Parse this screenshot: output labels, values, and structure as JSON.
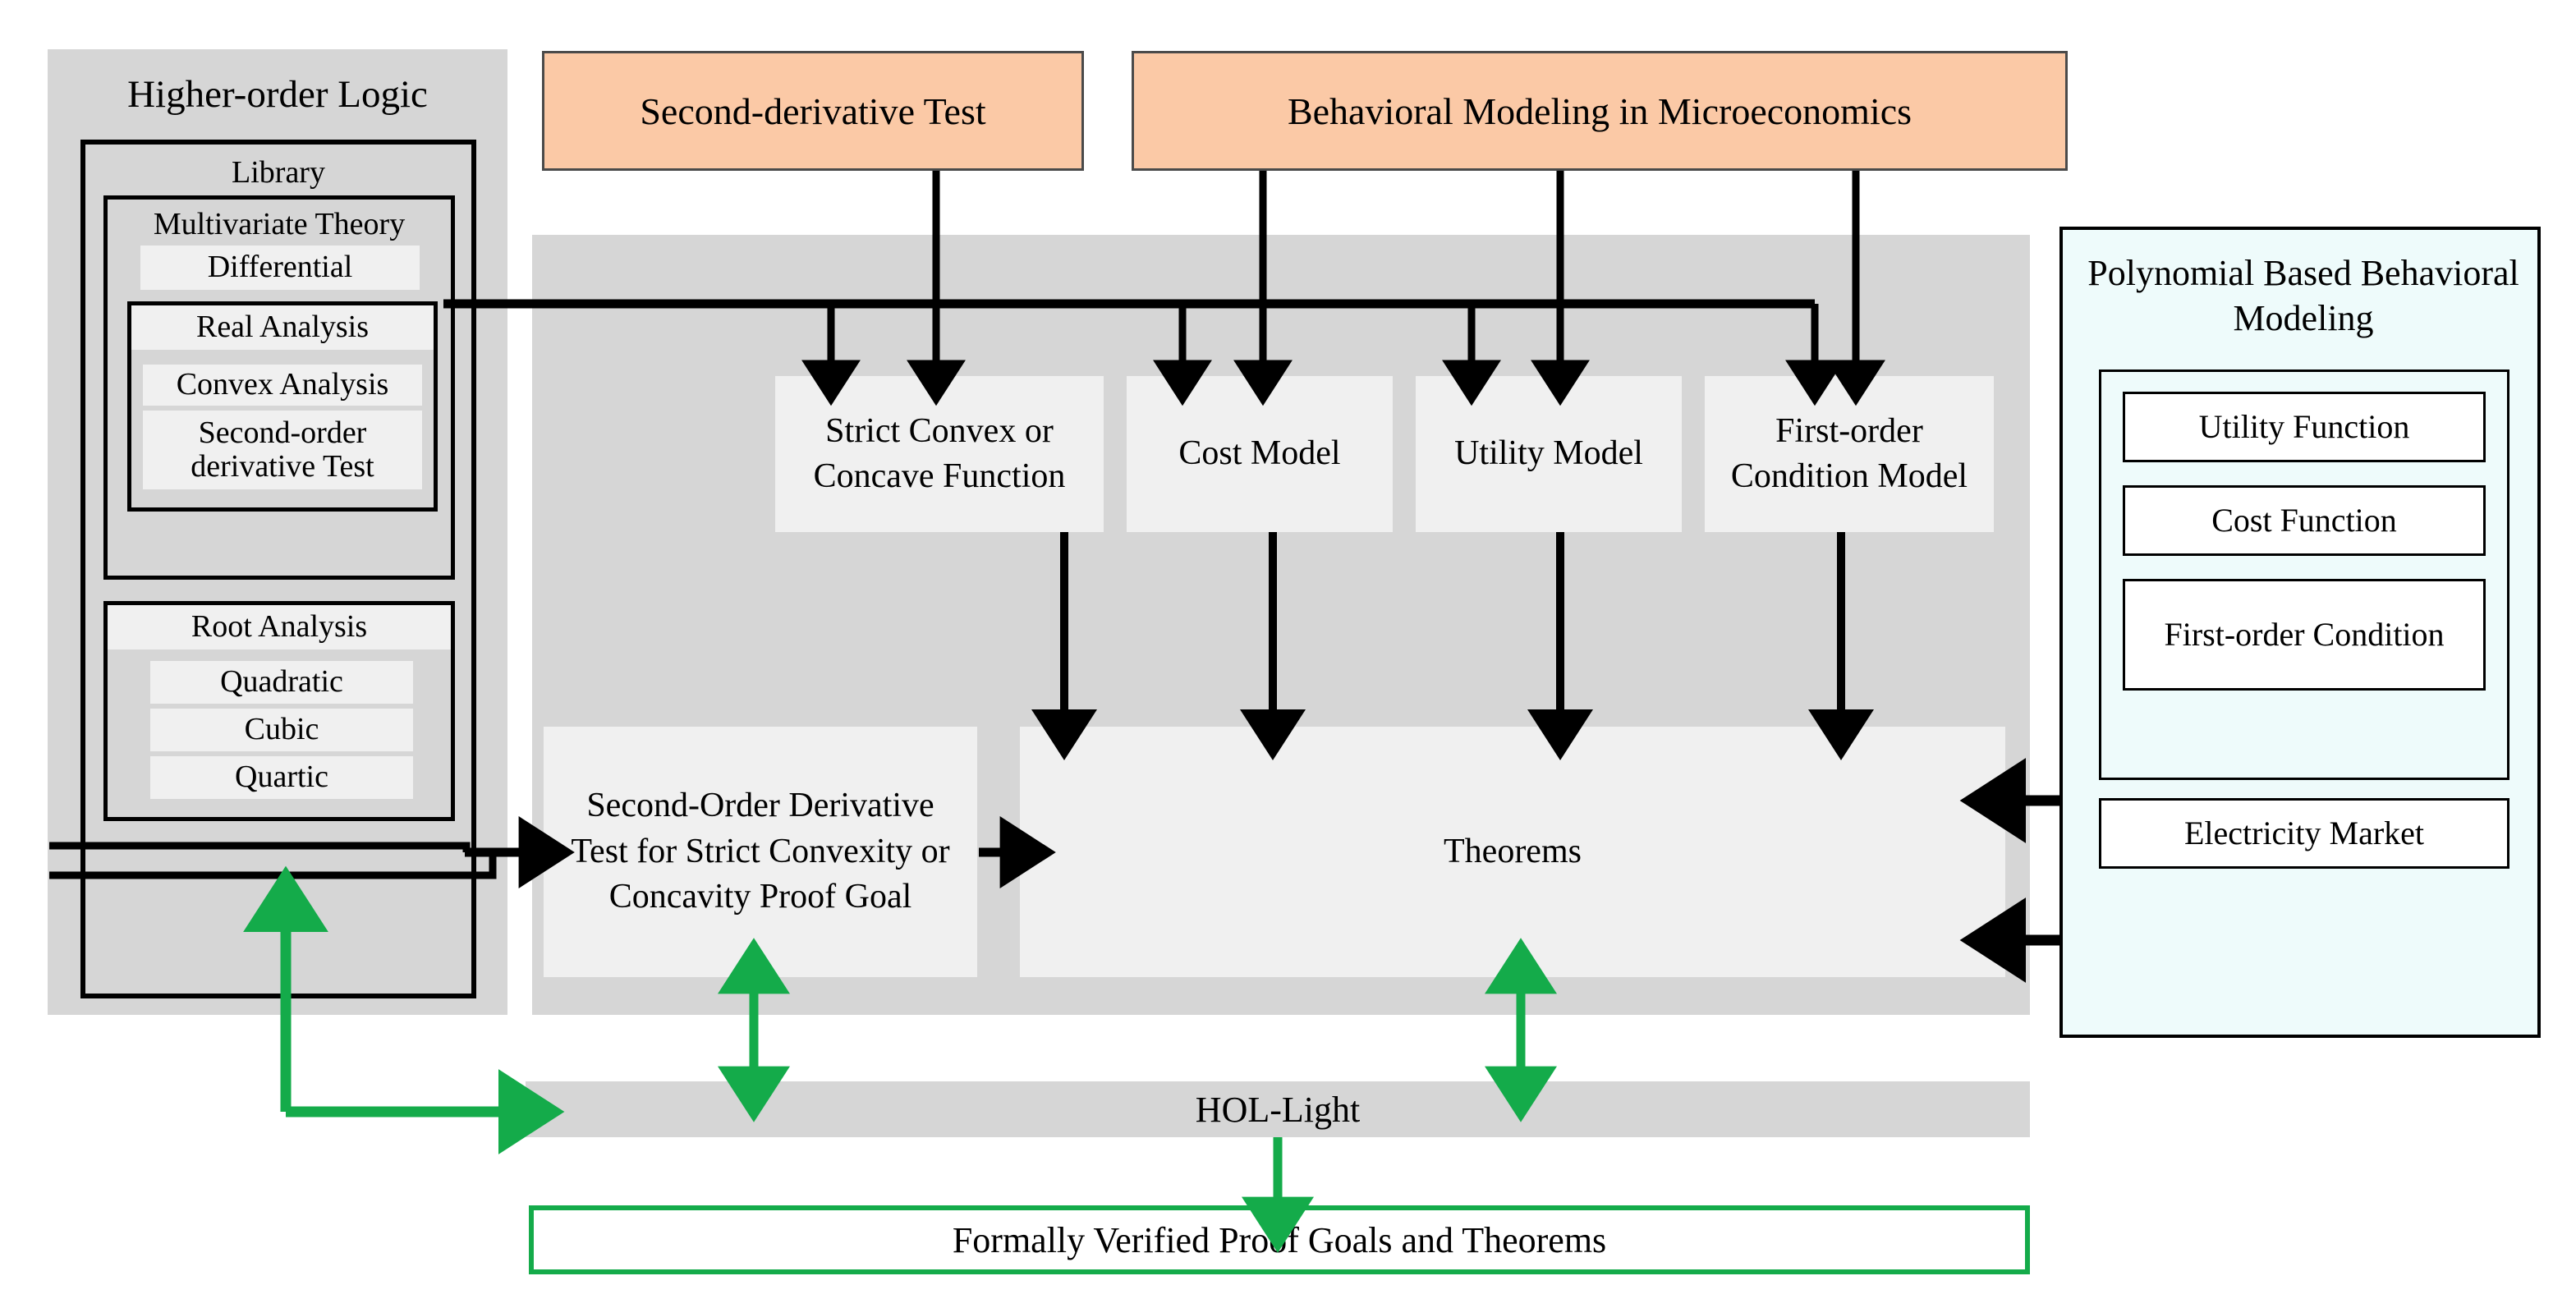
{
  "colors": {
    "panel_grey": "#d6d6d6",
    "box_light": "#f0f0f0",
    "orange": "#fbc9a6",
    "teal": "#eefbfb",
    "green": "#14ab4a",
    "black": "#000000"
  },
  "higher_order_logic": {
    "title": "Higher-order Logic",
    "library_label": "Library",
    "multivariate": {
      "label": "Multivariate Theory",
      "items": [
        {
          "label": "Differential"
        }
      ]
    },
    "real_analysis": {
      "label": "Real Analysis",
      "items": [
        {
          "label": "Convex Analysis"
        },
        {
          "label": "Second-order derivative  Test"
        }
      ]
    },
    "root_analysis": {
      "label": "Root Analysis",
      "items": [
        {
          "label": "Quadratic"
        },
        {
          "label": "Cubic"
        },
        {
          "label": "Quartic"
        }
      ]
    }
  },
  "top_sources": [
    {
      "label": "Second-derivative Test"
    },
    {
      "label": "Behavioral Modeling in Microeconomics"
    }
  ],
  "models": [
    {
      "label": "Strict Convex or Concave Function"
    },
    {
      "label": "Cost Model"
    },
    {
      "label": "Utility Model"
    },
    {
      "label": "First-order Condition Model"
    }
  ],
  "proof_goal": {
    "label": "Second-Order Derivative Test for Strict Convexity or Concavity Proof Goal"
  },
  "theorems": {
    "label": "Theorems"
  },
  "polynomial_panel": {
    "title": "Polynomial Based Behavioral Modeling",
    "items": [
      {
        "label": "Utility Function"
      },
      {
        "label": "Cost Function"
      },
      {
        "label": "First-order Condition"
      }
    ],
    "extra": {
      "label": "Electricity Market"
    }
  },
  "hol_light": {
    "label": "HOL-Light"
  },
  "verified": {
    "label": "Formally Verified Proof Goals and Theorems"
  }
}
